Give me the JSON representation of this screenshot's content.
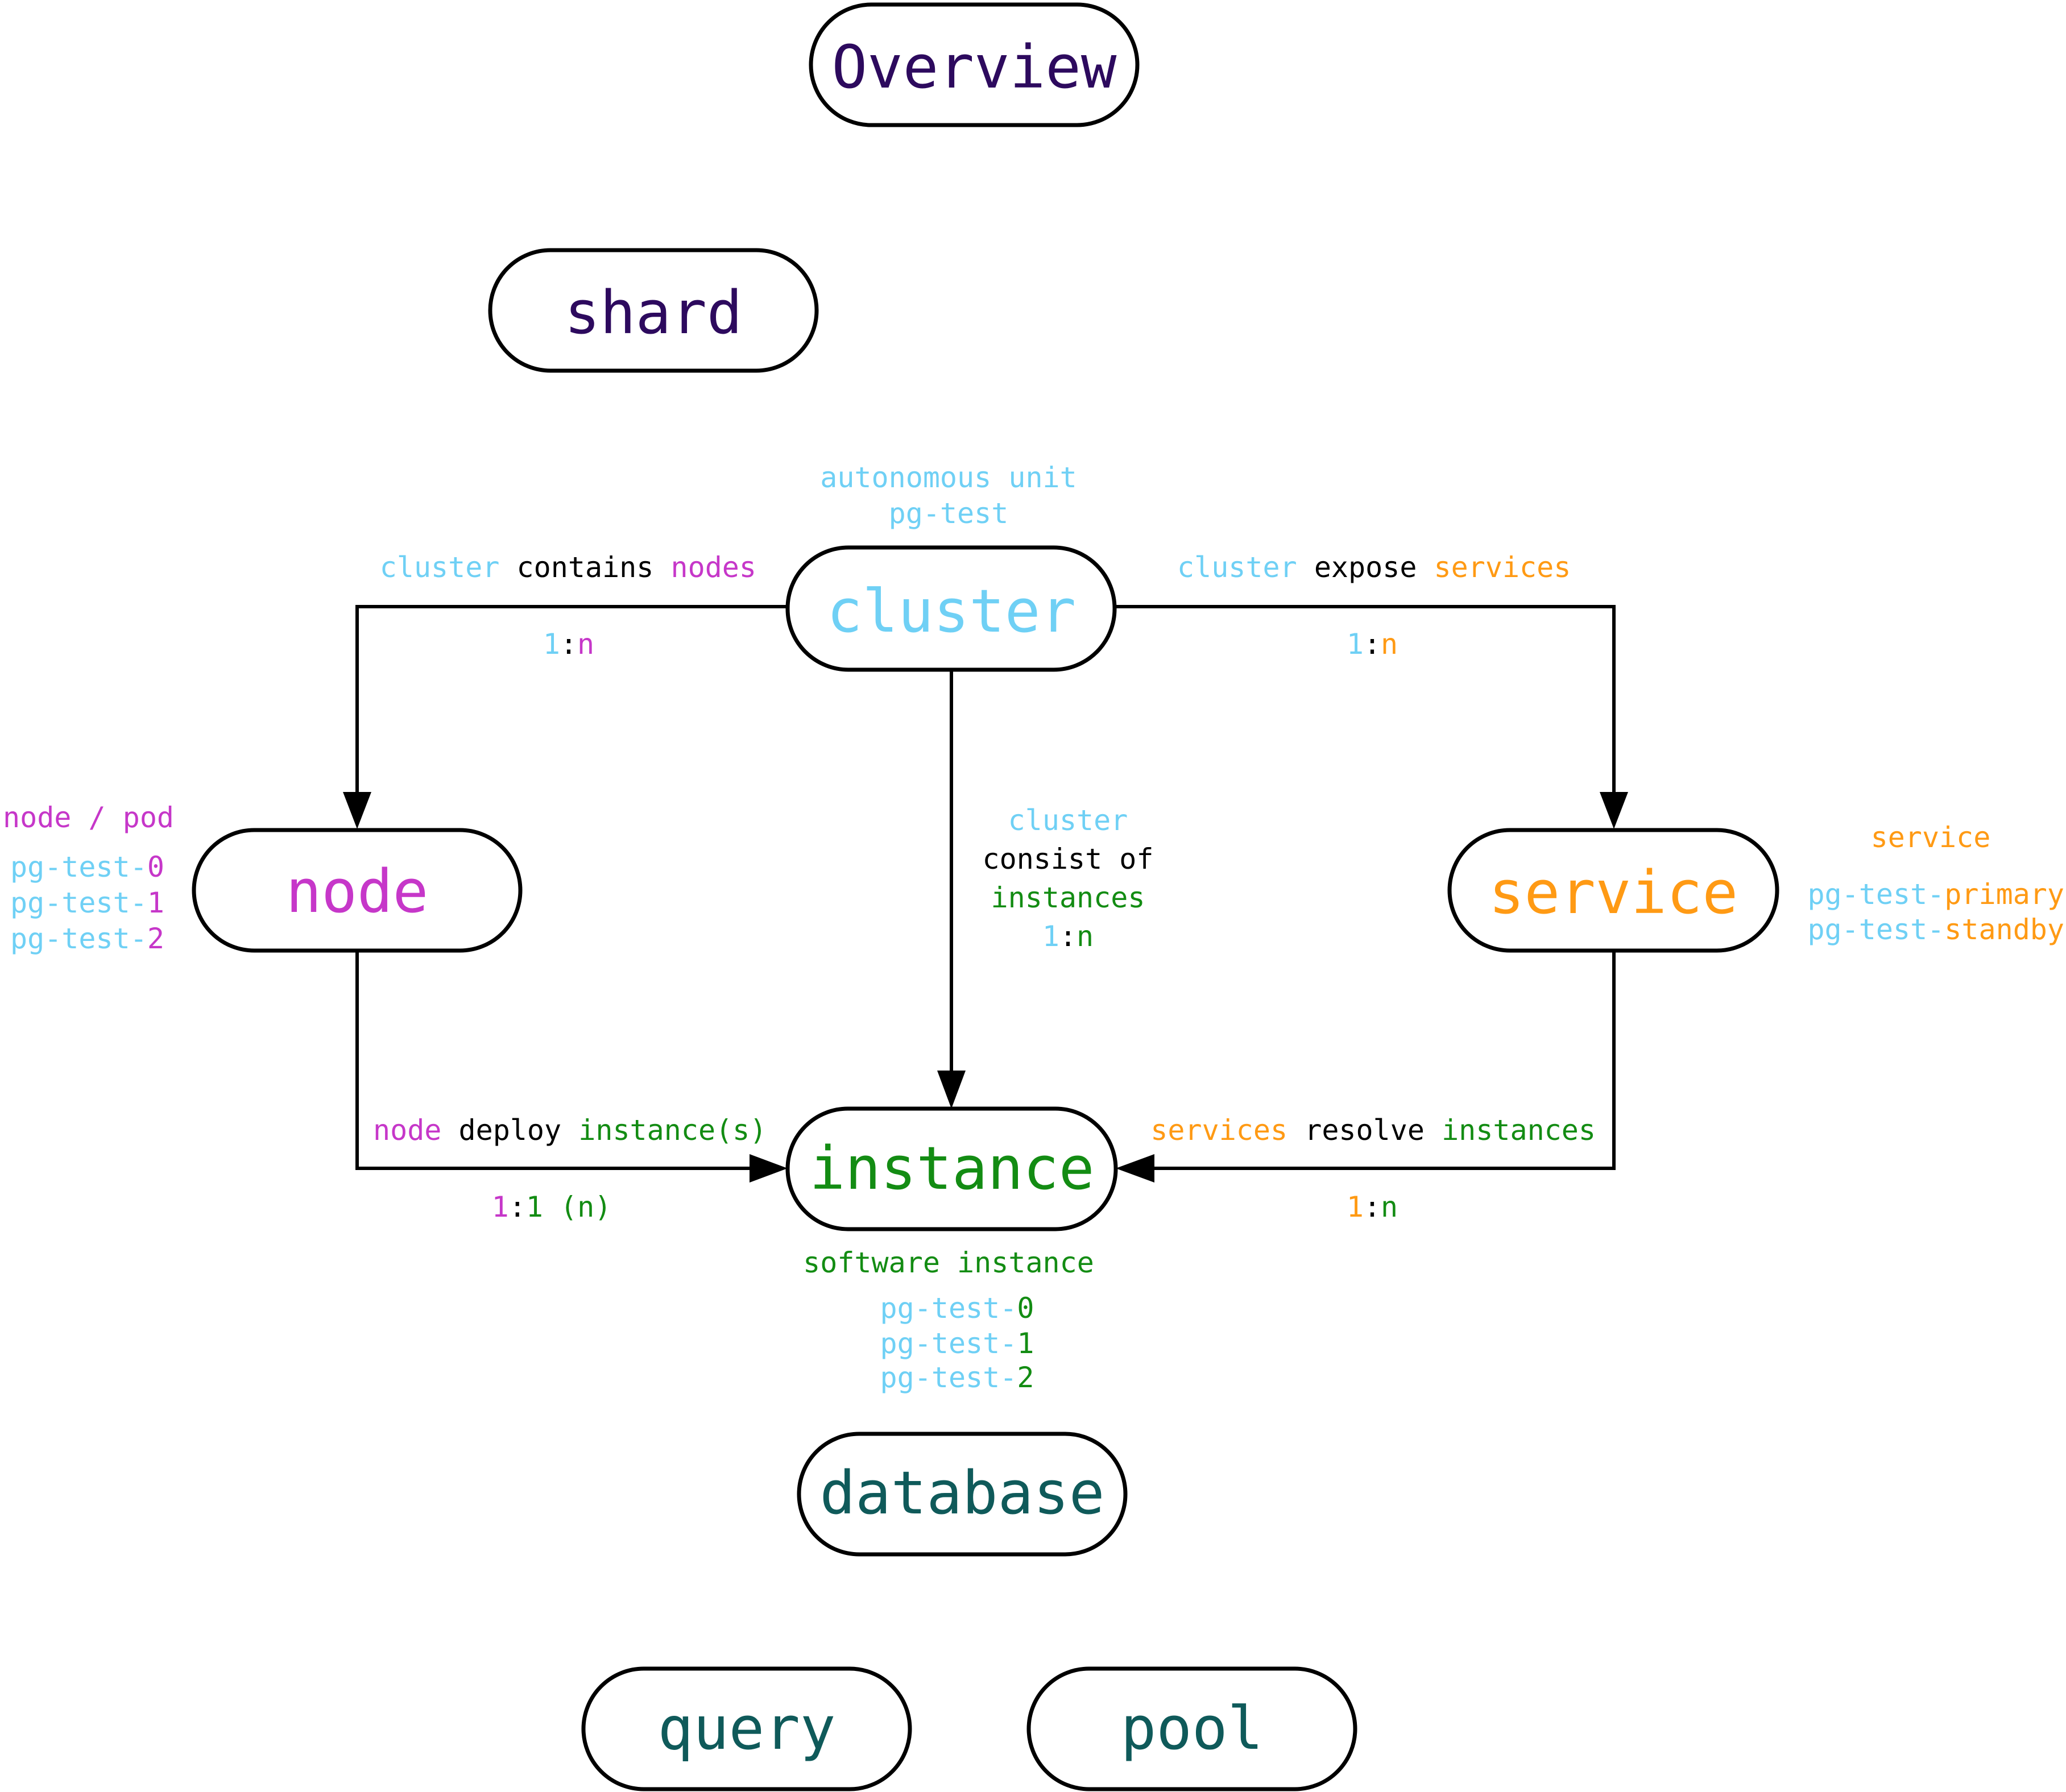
{
  "colors": {
    "purple": "#2d0a5e",
    "blue": "#6fd0f5",
    "magenta": "#c637c9",
    "orange": "#ff9a14",
    "green": "#138c13",
    "teal": "#0f5a5a",
    "black": "#000000"
  },
  "nodes": {
    "overview": "Overview",
    "shard": "shard",
    "cluster": "cluster",
    "node": "node",
    "service": "service",
    "instance": "instance",
    "database": "database",
    "query": "query",
    "pool": "pool"
  },
  "cluster_note": {
    "line1": "autonomous unit",
    "line2": "pg-test"
  },
  "edge_cluster_node": {
    "subject": "cluster",
    "verb": " contains ",
    "object": "nodes",
    "ratio_left": "1",
    "ratio_sep": ":",
    "ratio_right": "n"
  },
  "edge_cluster_service": {
    "subject": "cluster",
    "verb": " expose ",
    "object": "services",
    "ratio_left": "1",
    "ratio_sep": ":",
    "ratio_right": "n"
  },
  "edge_cluster_instance": {
    "line1": "cluster",
    "line2": "consist of",
    "line3": "instances",
    "ratio_left": "1",
    "ratio_sep": ":",
    "ratio_right": "n"
  },
  "edge_node_instance": {
    "subject": "node",
    "verb": " deploy ",
    "object": "instance(s)",
    "ratio_left": "1",
    "ratio_sep": ":",
    "ratio_right": "1 (n)"
  },
  "edge_service_instance": {
    "subject": "services",
    "verb": " resolve ",
    "object": "instances",
    "ratio_left": "1",
    "ratio_sep": ":",
    "ratio_right": "n"
  },
  "node_note": {
    "title": "node / pod",
    "items": [
      {
        "prefix": "pg-test-",
        "suffix": "0"
      },
      {
        "prefix": "pg-test-",
        "suffix": "1"
      },
      {
        "prefix": "pg-test-",
        "suffix": "2"
      }
    ]
  },
  "service_note": {
    "title": "service",
    "items": [
      {
        "prefix": "pg-test-",
        "suffix": "primary"
      },
      {
        "prefix": "pg-test-",
        "suffix": "standby"
      }
    ]
  },
  "instance_note": {
    "title": "software instance",
    "items": [
      {
        "prefix": "pg-test-",
        "suffix": "0"
      },
      {
        "prefix": "pg-test-",
        "suffix": "1"
      },
      {
        "prefix": "pg-test-",
        "suffix": "2"
      }
    ]
  }
}
